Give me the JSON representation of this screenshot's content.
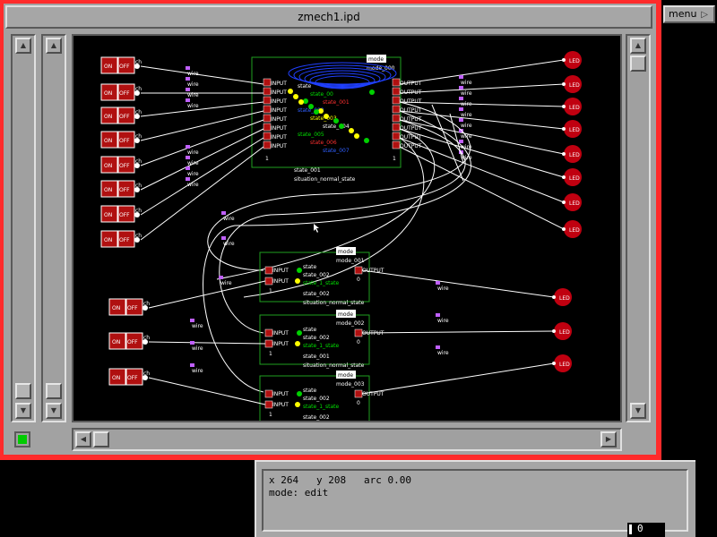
{
  "window": {
    "title": "zmech1.ipd"
  },
  "menu": {
    "label": "menu",
    "arrow": "▷"
  },
  "scroll_glyphs": {
    "up": "▲",
    "down": "▼",
    "left": "◀",
    "right": "▶"
  },
  "canvas": {
    "switch_label": "ON",
    "switch_off_label": "OFF",
    "switch_tag": "ch",
    "wire_label": "wire",
    "input_label": "INPUT",
    "output_label": "OUTPUT",
    "led_label": "LED",
    "mode_box_label": "mode",
    "one_label": "1",
    "zero_label": "0",
    "main_module": {
      "mode": "mode_000",
      "state_lines": [
        "state",
        "state_00",
        "state_001",
        "state_002",
        "state_003",
        "state_004",
        "state_005",
        "state_006",
        "state_007"
      ],
      "footer1": "state_001",
      "footer2": "situation_normal_state"
    },
    "sub_modules": [
      {
        "mode": "mode_001",
        "state_a": "state",
        "state_b": "state_002",
        "state_c": "state_1_state",
        "footer1": "state_002",
        "footer2": "situation_normal_state"
      },
      {
        "mode": "mode_002",
        "state_a": "state",
        "state_b": "state_002",
        "state_c": "state_1_state",
        "footer1": "state_001",
        "footer2": "situation_normal_state"
      },
      {
        "mode": "mode_003",
        "state_a": "state",
        "state_b": "state_002",
        "state_c": "state_1_state",
        "footer1": "state_002",
        "footer2": ""
      }
    ]
  },
  "info": {
    "line1": "x 264   y 208   arc 0.00",
    "line2": "mode: edit"
  },
  "counter": {
    "value": "0"
  },
  "colors": {
    "window_border": "#ff2b2b",
    "chrome": "#a6a6a6",
    "switch": "#b01010",
    "led": "#c00010",
    "module_border": "#20a020",
    "wire": "#ffffff"
  }
}
